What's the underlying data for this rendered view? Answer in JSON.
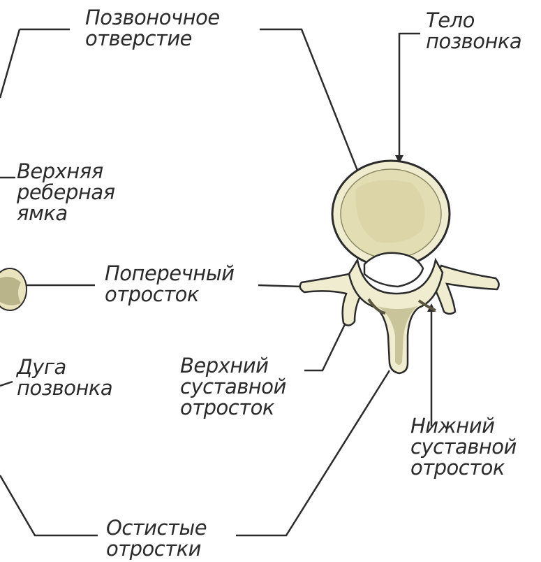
{
  "colors": {
    "ink": "#2b2b2b",
    "bone_fill": "#efeccf",
    "bone_shade": "#c9c49a",
    "bone_dark": "#8e8a66",
    "background": "#ffffff"
  },
  "labels": {
    "vertebral_foramen": [
      "Позвоночное",
      "отверстие"
    ],
    "vertebral_body": [
      "Тело",
      "позвонка"
    ],
    "superior_costal_facet": [
      "Верхняя",
      "реберная",
      "ямка"
    ],
    "transverse_process": [
      "Поперечный",
      "отросток"
    ],
    "vertebral_arch": [
      "Дуга",
      "позвонка"
    ],
    "superior_articular_process": [
      "Верхний",
      "суставной",
      "отросток"
    ],
    "inferior_articular_process": [
      "Нижний",
      "суставной",
      "отросток"
    ],
    "spinous_processes": [
      "Остистые",
      "отростки"
    ]
  }
}
